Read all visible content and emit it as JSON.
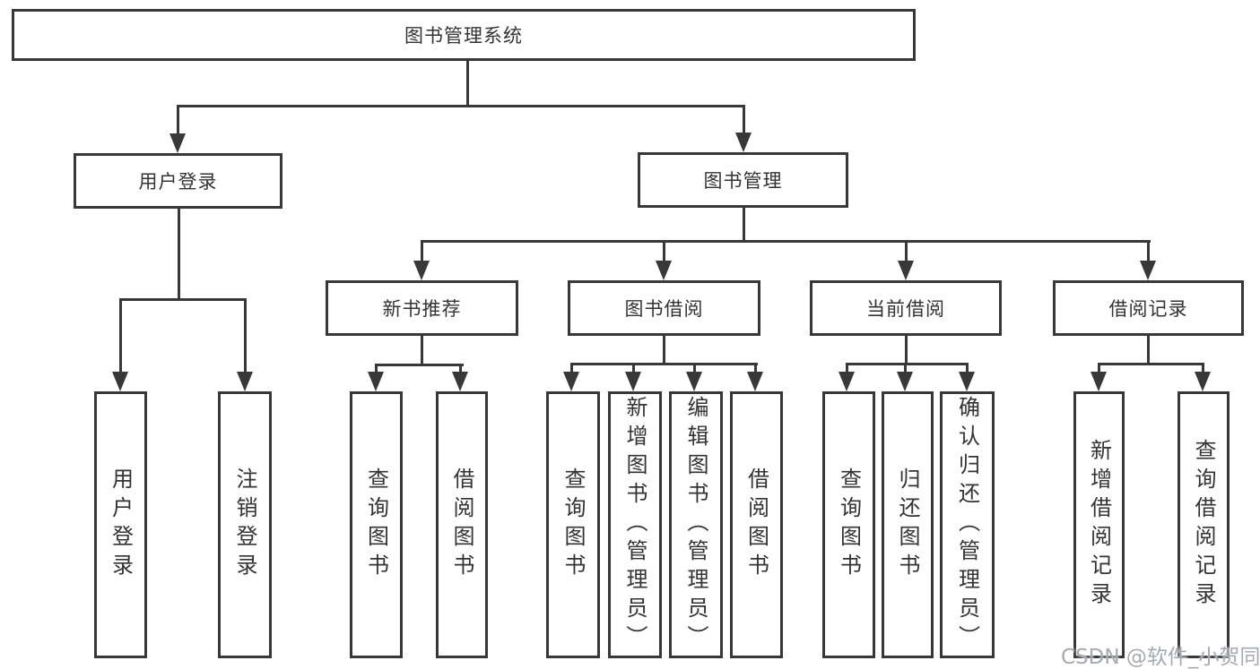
{
  "colors": {
    "line": "#383838",
    "box_border": "#383838",
    "text": "#333333",
    "watermark_text": "#a6aab1",
    "background": "#ffffff"
  },
  "watermark": {
    "text": "CSDN @软件_小贺同学"
  },
  "hierarchy": {
    "root": {
      "label": "图书管理系统"
    },
    "children": [
      {
        "label": "用户登录",
        "children": [
          {
            "label": "用户登录"
          },
          {
            "label": "注销登录"
          }
        ]
      },
      {
        "label": "图书管理",
        "children": [
          {
            "label": "新书推荐",
            "children": [
              {
                "label": "查询图书"
              },
              {
                "label": "借阅图书"
              }
            ]
          },
          {
            "label": "图书借阅",
            "children": [
              {
                "label": "查询图书"
              },
              {
                "label": "新增图书（管理员）"
              },
              {
                "label": "编辑图书（管理员）"
              },
              {
                "label": "借阅图书"
              }
            ]
          },
          {
            "label": "当前借阅",
            "children": [
              {
                "label": "查询图书"
              },
              {
                "label": "归还图书"
              },
              {
                "label": "确认归还（管理员）"
              }
            ]
          },
          {
            "label": "借阅记录",
            "children": [
              {
                "label": "新增借阅记录"
              },
              {
                "label": "查询借阅记录"
              }
            ]
          }
        ]
      }
    ]
  }
}
